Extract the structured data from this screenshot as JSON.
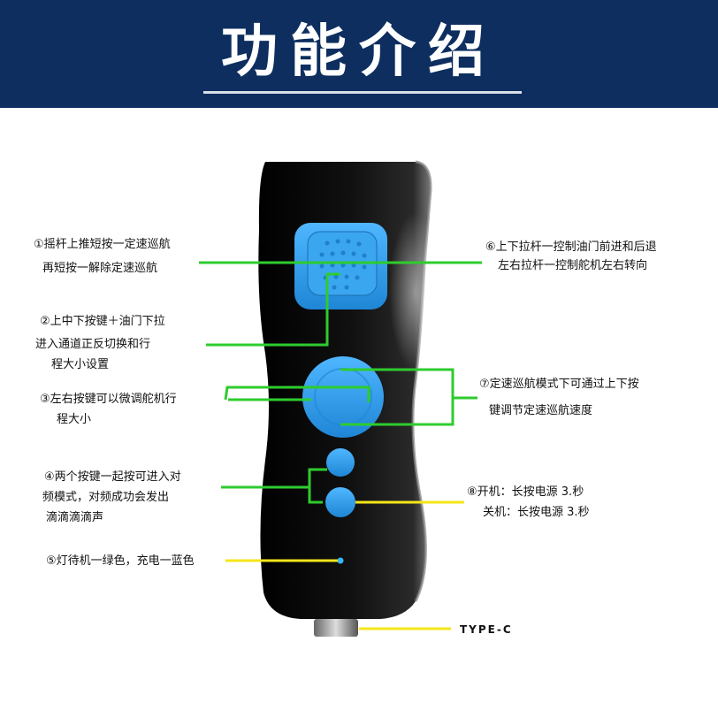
{
  "header": {
    "title": "功能介绍"
  },
  "callouts": {
    "c1": [
      "①摇杆上推短按一定速巡航",
      "再短按一解除定速巡航"
    ],
    "c2": [
      "②上中下按键＋油门下拉",
      "进入通道正反切换和行",
      "程大小设置"
    ],
    "c3": [
      "③左右按键可以微调舵机行",
      "程大小"
    ],
    "c4": [
      "④两个按键一起按可进入对",
      "频模式，对频成功会发出",
      "滴滴滴滴声"
    ],
    "c5": [
      "⑤灯待机一绿色，充电一蓝色"
    ],
    "c6": [
      "⑥上下拉杆一控制油门前进和后退",
      "左右拉杆一控制舵机左右转向"
    ],
    "c7": [
      "⑦定速巡航模式下可通过上下按",
      "键调节定速巡航速度"
    ],
    "c8": [
      "⑧开机：长按电源 3.秒",
      "关机：长按电源 3.秒"
    ],
    "port": "TYPE-C"
  },
  "colors": {
    "header_bg": "#0d2e5f",
    "device_body": "#0a0a0a",
    "button_blue": "#2f9be8",
    "line_green": "#2ecc2e",
    "line_yellow": "#f5e61a"
  }
}
